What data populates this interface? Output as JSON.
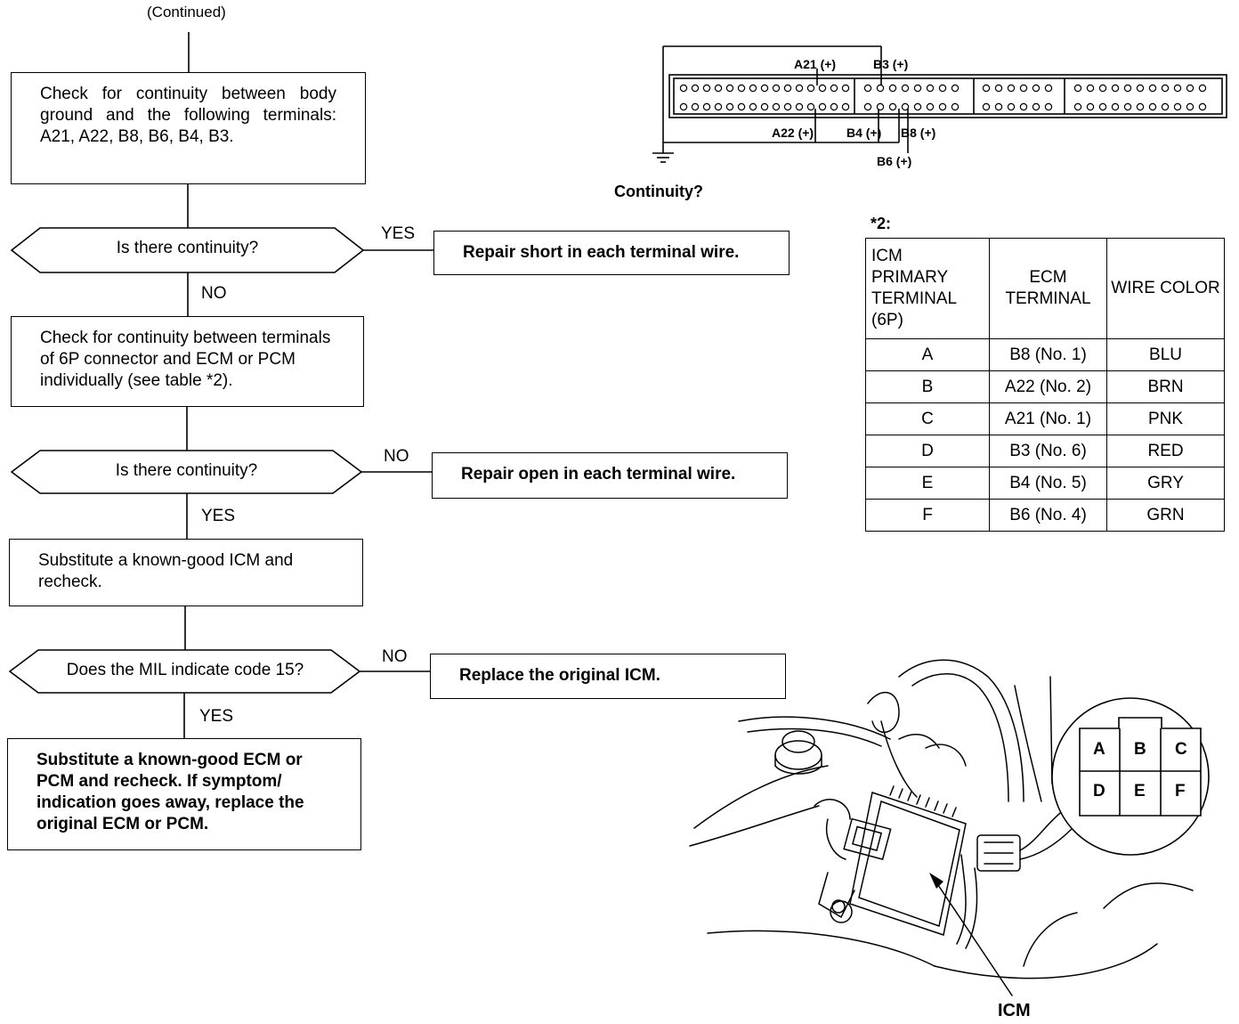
{
  "header": {
    "continued": "(Continued)"
  },
  "flow": {
    "step1": "Check for continuity between body ground and the following terminals: A21, A22, B8, B6, B4, B3.",
    "q1": "Is there continuity?",
    "q1_yes": "YES",
    "q1_no": "NO",
    "r1": "Repair short in each terminal wire.",
    "step2": "Check for continuity between terminals of 6P connector and ECM or PCM individually (see table *2).",
    "q2": "Is there continuity?",
    "q2_no": "NO",
    "q2_yes": "YES",
    "r2": "Repair open in each terminal wire.",
    "step3": "Substitute a known-good ICM and recheck.",
    "q3": "Does the MIL indicate code 15?",
    "q3_no": "NO",
    "q3_yes": "YES",
    "r3": "Replace the original ICM.",
    "step4": "Substitute a known-good ECM or PCM and recheck. If symptom/ indication goes away, replace the original ECM or PCM."
  },
  "connector": {
    "a21": "A21 (+)",
    "b3": "B3 (+)",
    "a22": "A22 (+)",
    "b4": "B4 (+)",
    "b8": "B8 (+)",
    "b6": "B6 (+)",
    "caption": "Continuity?"
  },
  "table": {
    "ref": "*2:",
    "headers": [
      "ICM PRIMARY TERMINAL (6P)",
      "ECM TERMINAL",
      "WIRE COLOR"
    ],
    "rows": [
      [
        "A",
        "B8 (No. 1)",
        "BLU"
      ],
      [
        "B",
        "A22 (No. 2)",
        "BRN"
      ],
      [
        "C",
        "A21 (No. 1)",
        "PNK"
      ],
      [
        "D",
        "B3 (No. 6)",
        "RED"
      ],
      [
        "E",
        "B4 (No. 5)",
        "GRY"
      ],
      [
        "F",
        "B6 (No. 4)",
        "GRN"
      ]
    ]
  },
  "illustration": {
    "pins": [
      "A",
      "B",
      "C",
      "D",
      "E",
      "F"
    ],
    "icm_label": "ICM"
  }
}
